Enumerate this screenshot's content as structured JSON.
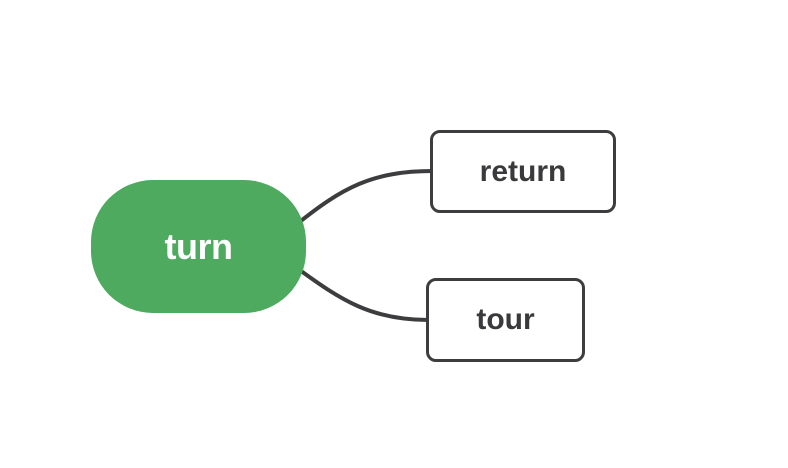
{
  "diagram": {
    "type": "mindmap",
    "background_color": "#ffffff",
    "connector_color": "#3d3d3f",
    "root": {
      "label": "turn",
      "fill_color": "#4daa5e",
      "text_color": "#ffffff"
    },
    "children": [
      {
        "label": "return",
        "border_color": "#3d3d3f",
        "fill_color": "#ffffff",
        "text_color": "#3a3a3c"
      },
      {
        "label": "tour",
        "border_color": "#3d3d3f",
        "fill_color": "#ffffff",
        "text_color": "#3a3a3c"
      }
    ]
  }
}
